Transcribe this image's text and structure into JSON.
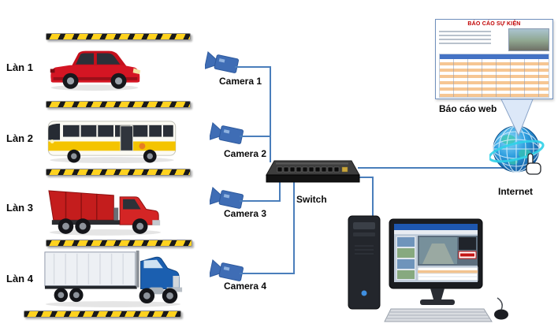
{
  "lanes": [
    {
      "label": "Làn 1",
      "vehicle": "red-suv"
    },
    {
      "label": "Làn 2",
      "vehicle": "city-bus"
    },
    {
      "label": "Làn 3",
      "vehicle": "red-dump-truck"
    },
    {
      "label": "Làn 4",
      "vehicle": "blue-semi-trailer-truck"
    }
  ],
  "cameras": [
    {
      "label": "Camera 1"
    },
    {
      "label": "Camera 2"
    },
    {
      "label": "Camera 3"
    },
    {
      "label": "Camera 4"
    }
  ],
  "switch": {
    "label": "Switch"
  },
  "internet": {
    "label": "Internet"
  },
  "web_report": {
    "label": "Báo cáo web",
    "title": "BÁO CÁO SỰ KIỆN"
  },
  "colors": {
    "camera_blue": "#3f6db5",
    "connector_blue": "#4a7ebb",
    "barrier_yellow": "#ffd21e",
    "report_title_red": "#c00000",
    "report_row_orange": "#f6c693",
    "globe_blue": "#2f9fe0"
  }
}
